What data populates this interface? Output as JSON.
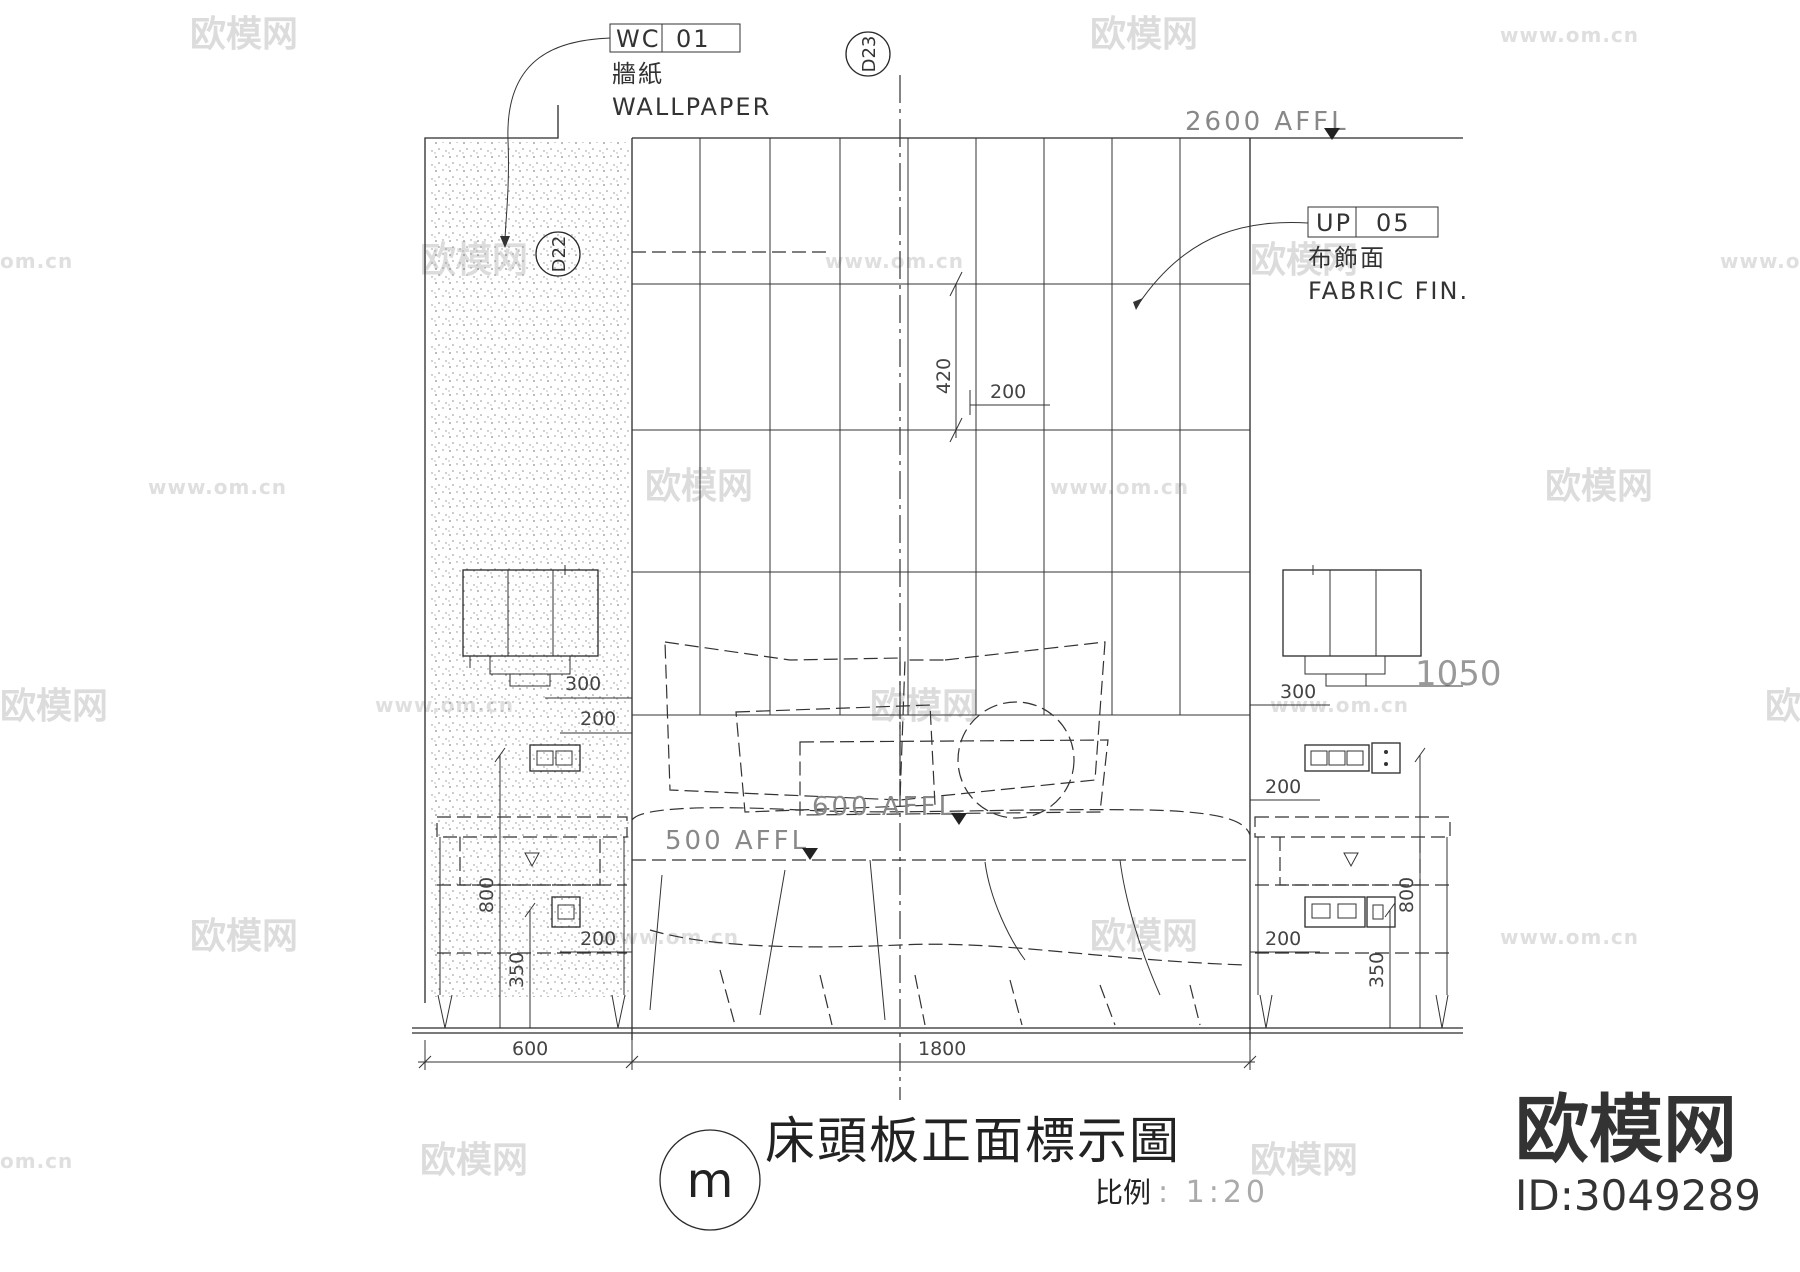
{
  "labels": {
    "wc_code": "WC",
    "wc_num": "01",
    "wc_cn": "牆紙",
    "wc_en": "WALLPAPER",
    "up_code": "UP",
    "up_num": "05",
    "up_cn": "布飾面",
    "up_en": "FABRIC FIN.",
    "section_d23": "D23",
    "section_d22": "D22",
    "level_top": "2600 AFFL",
    "level_600": "600 AFFL",
    "level_500": "500 AFFL",
    "lamp_height": "1050"
  },
  "dimensions": {
    "d420": "420",
    "d200_panel": "200",
    "d300_left": "300",
    "d200_left_switch": "200",
    "d800_left": "800",
    "d350_left": "350",
    "d200_left_socket": "200",
    "d300_right": "300",
    "d200_right_switch": "200",
    "d800_right": "800",
    "d350_right": "350",
    "d200_right_socket": "200",
    "d600": "600",
    "d1800": "1800"
  },
  "title": {
    "marker": "m",
    "name": "床頭板正面標示圖",
    "scale_label": "比例",
    "scale_value": ": 1:20"
  },
  "watermark": {
    "brand": "欧模网",
    "url": "www.om.cn",
    "url_short": "om.cn",
    "id_text": "ID:3049289"
  }
}
